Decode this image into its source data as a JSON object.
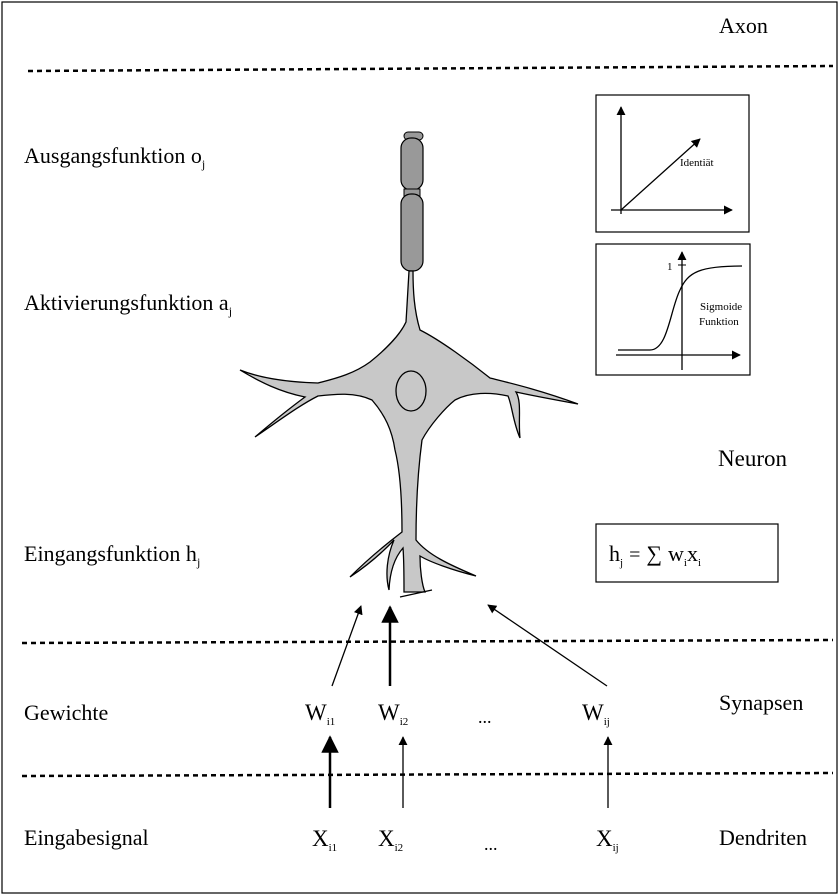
{
  "layers": {
    "axon": "Axon",
    "neuron": "Neuron",
    "synapsen": "Synapsen",
    "dendriten": "Dendriten"
  },
  "functions": {
    "ausgang": {
      "label": "Ausgangsfunktion o",
      "sub": "j"
    },
    "aktivierung": {
      "label": "Aktivierungsfunktion a",
      "sub": "j"
    },
    "eingang": {
      "label": "Eingangsfunktion h",
      "sub": "j"
    }
  },
  "rows": {
    "gewichte": "Gewichte",
    "eingabesignal": "Eingabesignal"
  },
  "weights": [
    {
      "base": "W",
      "sub": "i1"
    },
    {
      "base": "W",
      "sub": "i2"
    },
    {
      "base": "W",
      "sub": "ij"
    }
  ],
  "inputs": [
    {
      "base": "X",
      "sub": "i1"
    },
    {
      "base": "X",
      "sub": "i2"
    },
    {
      "base": "X",
      "sub": "ij"
    }
  ],
  "ellipsis": "...",
  "panels": {
    "identity": {
      "label": "Identiät"
    },
    "sigmoid": {
      "label_line1": "Sigmoide",
      "label_line2": "Funktion",
      "tick": "1"
    }
  },
  "formula": {
    "lhs": "h",
    "lhs_sub": "j",
    "eq": "=",
    "sum": "∑",
    "w": "w",
    "w_sub": "i",
    "x": "x",
    "x_sub": "i"
  },
  "colors": {
    "neuron_fill": "#c8c8c8",
    "axon_fill": "#999999",
    "stroke": "#000000"
  }
}
